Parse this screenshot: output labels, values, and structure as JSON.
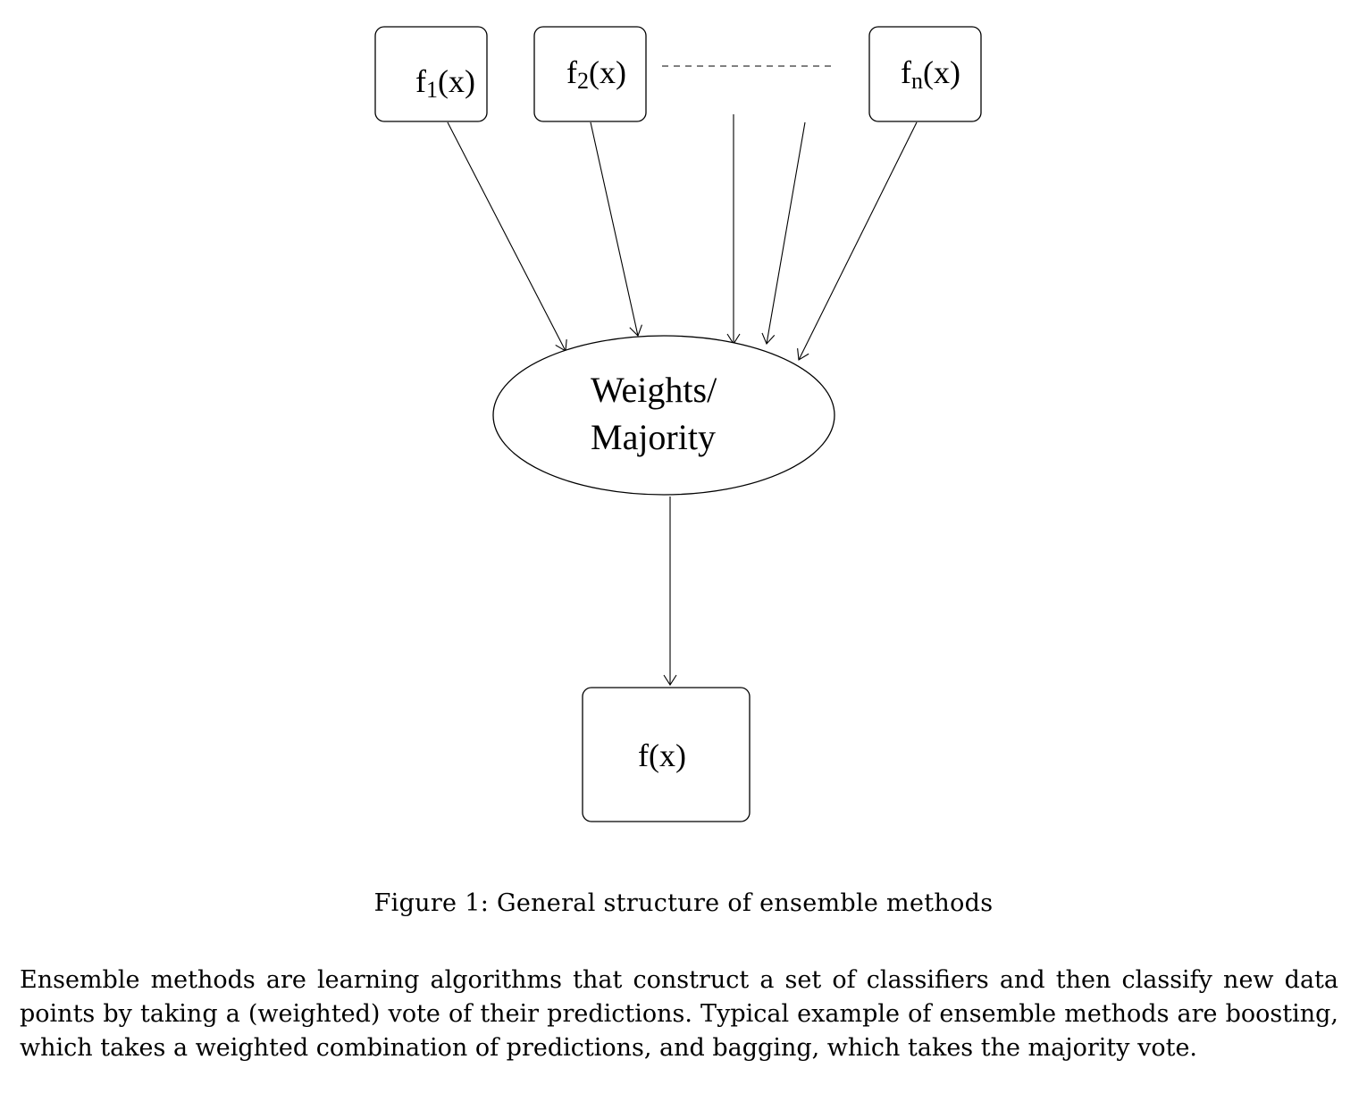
{
  "diagram": {
    "inputs": [
      {
        "base": "f",
        "sub": "1",
        "suffix": "(x)"
      },
      {
        "base": "f",
        "sub": "2",
        "suffix": "(x)"
      },
      {
        "base": "f",
        "sub": "n",
        "suffix": "(x)"
      }
    ],
    "combiner": {
      "line1": "Weights/",
      "line2": "Majority"
    },
    "output": {
      "label": "f(x)"
    }
  },
  "caption": "Figure 1: General structure of ensemble methods",
  "paragraph": "Ensemble methods are learning algorithms that construct a set of classifiers and then classify new data points by taking a (weighted) vote of their predictions. Typical example of ensemble methods are boosting, which takes a weighted combination of predictions, and bagging, which takes the majority vote."
}
